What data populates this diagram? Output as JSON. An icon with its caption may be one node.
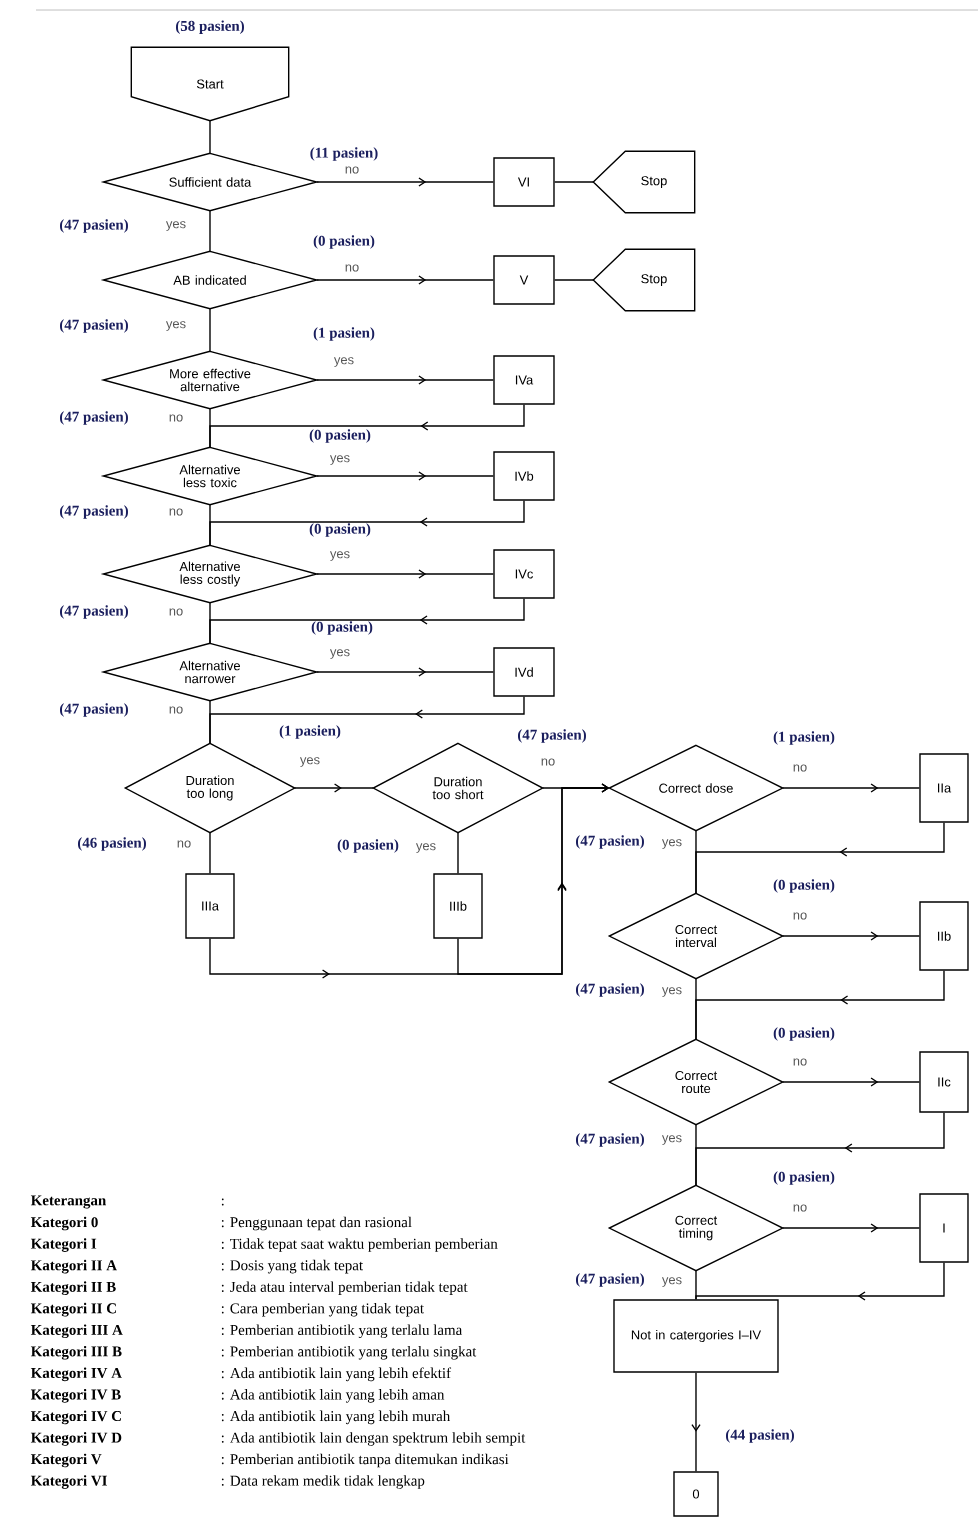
{
  "diagram": {
    "nodes": [
      {
        "text": [
          "Start"
        ],
        "beside": [
          "(58 pasien)"
        ]
      },
      {
        "text": [
          "Sufficient data"
        ]
      },
      {
        "text": [
          "VI"
        ]
      },
      {
        "text": [
          "Stop"
        ]
      },
      {
        "text": [
          "AB indicated"
        ]
      },
      {
        "text": [
          "V"
        ]
      },
      {
        "text": [
          "Stop"
        ]
      },
      {
        "text": [
          "More effective alternative"
        ]
      },
      {
        "text": [
          "IVa"
        ]
      },
      {
        "text": [
          "Alternative less toxic"
        ]
      },
      {
        "text": [
          "IVb"
        ]
      },
      {
        "text": [
          "Alternative less costly"
        ]
      },
      {
        "text": [
          "IVc"
        ]
      },
      {
        "text": [
          "Alternative narrower"
        ]
      },
      {
        "text": [
          "IVd"
        ]
      },
      {
        "text": [
          "Duration too long"
        ]
      },
      {
        "text": [
          "Duration too short"
        ]
      },
      {
        "text": [
          "Correct dose"
        ]
      },
      {
        "text": [
          "IIa"
        ]
      },
      {
        "text": [
          "IIIa"
        ]
      },
      {
        "text": [
          "IIIb"
        ]
      },
      {
        "text": [
          "Correct interval"
        ]
      },
      {
        "text": [
          "IIb"
        ]
      },
      {
        "text": [
          "Correct route"
        ]
      },
      {
        "text": [
          "IIc"
        ]
      },
      {
        "text": [
          "Correct timing"
        ]
      },
      {
        "text": [
          "I"
        ]
      },
      {
        "text": [
          "Not in catergories I–IV"
        ]
      },
      {
        "text": [
          "0"
        ]
      }
    ],
    "edges": [
      {
        "from": 0,
        "to": 1,
        "arrow": "none"
      },
      {
        "from": 1,
        "to": 2,
        "arrow": "to",
        "label": "no"
      },
      {
        "from": 2,
        "to": 3,
        "arrow": "none"
      },
      {
        "from": 1,
        "to": 4,
        "arrow": "none",
        "label": "yes"
      },
      {
        "from": 4,
        "to": 5,
        "arrow": "to",
        "label": "no"
      },
      {
        "from": 5,
        "to": 6,
        "arrow": "none"
      },
      {
        "from": 4,
        "to": 7,
        "arrow": "none",
        "label": "yes"
      },
      {
        "from": 7,
        "to": 8,
        "arrow": "to",
        "label": "yes"
      },
      {
        "from": 8,
        "to": 9,
        "arrow": "to"
      },
      {
        "from": 7,
        "to": 9,
        "arrow": "none",
        "label": "no"
      },
      {
        "from": 9,
        "to": 10,
        "arrow": "to",
        "label": "yes"
      },
      {
        "from": 10,
        "to": 11,
        "arrow": "to"
      },
      {
        "from": 9,
        "to": 11,
        "arrow": "none",
        "label": "no"
      },
      {
        "from": 11,
        "to": 12,
        "arrow": "to",
        "label": "yes"
      },
      {
        "from": 12,
        "to": 13,
        "arrow": "to"
      },
      {
        "from": 11,
        "to": 13,
        "arrow": "none",
        "label": "no"
      },
      {
        "from": 13,
        "to": 14,
        "arrow": "to",
        "label": "yes"
      },
      {
        "from": 14,
        "to": 15,
        "arrow": "to"
      },
      {
        "from": 13,
        "to": 15,
        "arrow": "none",
        "label": "no"
      },
      {
        "from": 15,
        "to": 16,
        "arrow": "to",
        "label": "yes"
      },
      {
        "from": 15,
        "to": 19,
        "arrow": "none",
        "label": "no"
      },
      {
        "from": 16,
        "to": 17,
        "arrow": "to",
        "label": "no"
      },
      {
        "from": 16,
        "to": 20,
        "arrow": "none",
        "label": "yes"
      },
      {
        "from": 19,
        "to": 17,
        "arrow": "to"
      },
      {
        "from": 20,
        "to": 17,
        "arrow": "to"
      },
      {
        "from": 17,
        "to": 18,
        "arrow": "to",
        "label": "no"
      },
      {
        "from": 18,
        "to": 21,
        "arrow": "to"
      },
      {
        "from": 17,
        "to": 21,
        "arrow": "none",
        "label": "yes"
      },
      {
        "from": 21,
        "to": 22,
        "arrow": "to",
        "label": "no"
      },
      {
        "from": 22,
        "to": 23,
        "arrow": "to"
      },
      {
        "from": 21,
        "to": 23,
        "arrow": "none",
        "label": "yes"
      },
      {
        "from": 23,
        "to": 24,
        "arrow": "to",
        "label": "no"
      },
      {
        "from": 24,
        "to": 25,
        "arrow": "to"
      },
      {
        "from": 23,
        "to": 25,
        "arrow": "none",
        "label": "yes"
      },
      {
        "from": 25,
        "to": 26,
        "arrow": "to",
        "label": "no"
      },
      {
        "from": 26,
        "to": 27,
        "arrow": "to"
      },
      {
        "from": 25,
        "to": 27,
        "arrow": "none",
        "label": "yes"
      },
      {
        "from": 27,
        "to": 28,
        "arrow": "to"
      }
    ],
    "labels": [
      "(11 pasien)",
      "(47 pasien)",
      "(0 pasien)",
      "(47 pasien)",
      "(1 pasien)",
      "(47 pasien)",
      "(0 pasien)",
      "(47 pasien)",
      "(0 pasien)",
      "(47 pasien)",
      "(0 pasien)",
      "(47 pasien)",
      "(1 pasien)",
      "(47 pasien)",
      "(1 pasien)",
      "(46 pasien)",
      "(0 pasien)",
      "(47 pasien)",
      "(0 pasien)",
      "(47 pasien)",
      "(0 pasien)",
      "(47 pasien)",
      "(0 pasien)",
      "(47 pasien)",
      "(44 pasien)",
      "Keterangan",
      ":",
      "Kategori 0",
      ": Penggunaan tepat dan rasional",
      "Kategori I",
      ": Tidak tepat saat waktu pemberian pemberian",
      "Kategori II A",
      ": Dosis yang tidak tepat",
      "Kategori II B",
      ": Jeda atau interval pemberian tidak tepat",
      "Kategori II C",
      ": Cara pemberian yang tidak tepat",
      "Kategori III A",
      ": Pemberian antibiotik yang terlalu lama",
      "Kategori III B",
      ": Pemberian antibiotik yang terlalu singkat",
      "Kategori IV A",
      ": Ada antibiotik lain yang lebih efektif",
      "Kategori IV B",
      ": Ada antibiotik lain yang lebih aman",
      "Kategori IV C",
      ": Ada antibiotik lain yang lebih murah",
      "Kategori IV D",
      ": Ada antibiotik lain dengan spektrum lebih sempit",
      "Kategori V",
      ": Pemberian antibiotik tanpa ditemukan indikasi",
      "Kategori VI",
      ": Data rekam medik tidak lengkap"
    ]
  }
}
